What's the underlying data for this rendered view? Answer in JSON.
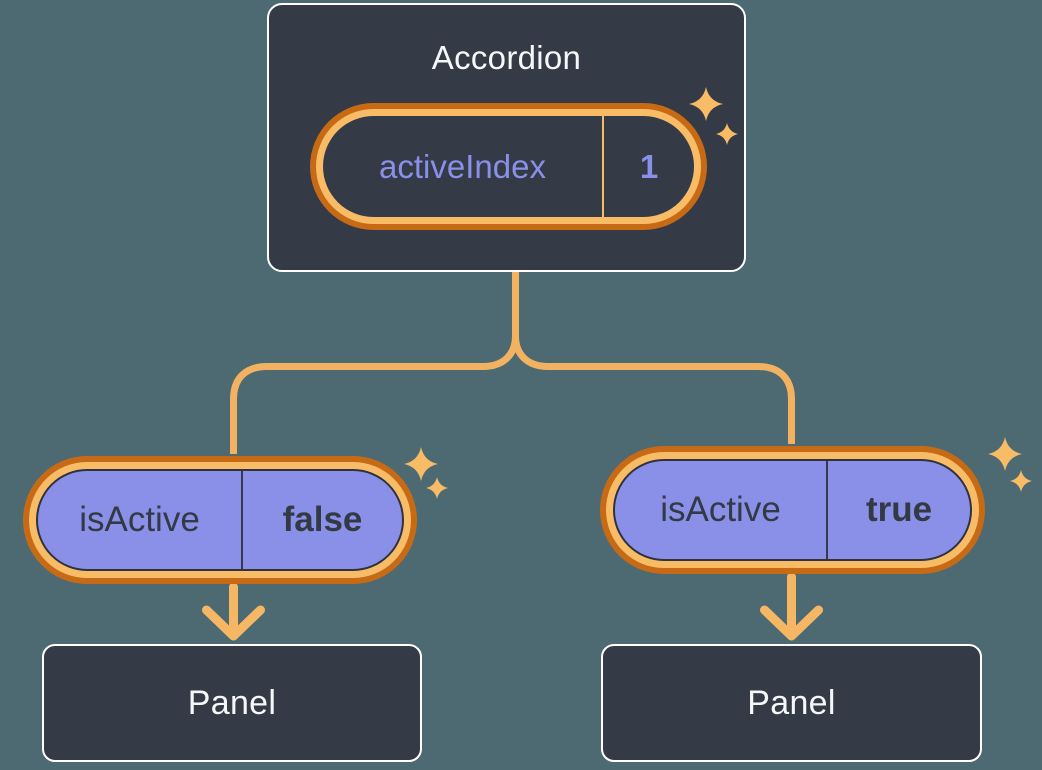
{
  "diagram": {
    "background_color": "#4D6972",
    "node_color": "#343B46",
    "node_border_color": "#FFFFFF",
    "ring_orange_dark": "#C76A15",
    "ring_orange_light": "#F9BC66",
    "connector_color": "#F3B261",
    "prop_pill_fill": "#8A90E8",
    "state_text_color": "#8A90E8",
    "prop_text_color": "#333945",
    "title_text_color": "#F6F7F9"
  },
  "accordion": {
    "title": "Accordion",
    "state": {
      "label": "activeIndex",
      "value": "1"
    }
  },
  "children": [
    {
      "prop": {
        "label": "isActive",
        "value": "false"
      },
      "panel": {
        "title": "Panel"
      }
    },
    {
      "prop": {
        "label": "isActive",
        "value": "true"
      },
      "panel": {
        "title": "Panel"
      }
    }
  ],
  "icons": {
    "sparkles": "sparkles-icon",
    "arrow": "arrow-down-icon"
  }
}
